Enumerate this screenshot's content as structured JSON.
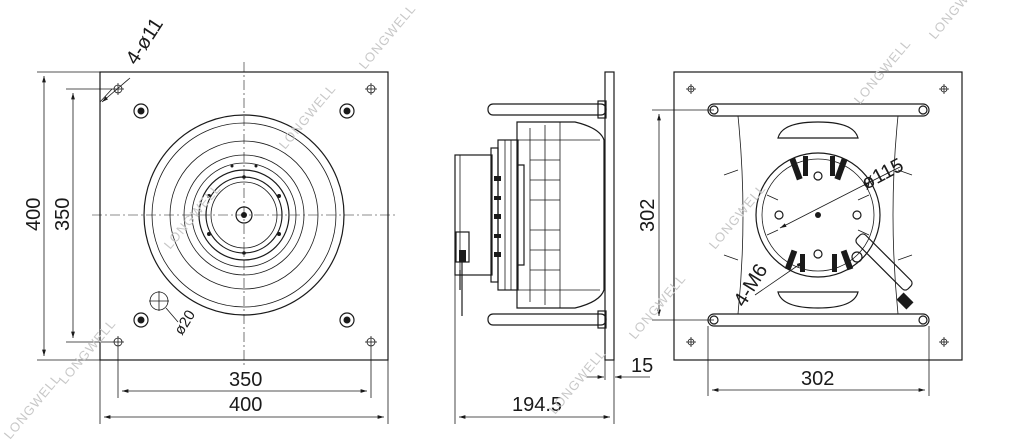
{
  "watermark": "LONGWELL",
  "front_view": {
    "holes_label": "4-ø11",
    "height_outer": "400",
    "height_holes": "350",
    "width_holes": "350",
    "width_outer": "400",
    "cable_hole": "ø20"
  },
  "side_view": {
    "depth": "194.5",
    "plate": "15"
  },
  "rear_view": {
    "bolt_circle": "ø115",
    "height": "302",
    "width": "302",
    "threads": "4-M6"
  }
}
